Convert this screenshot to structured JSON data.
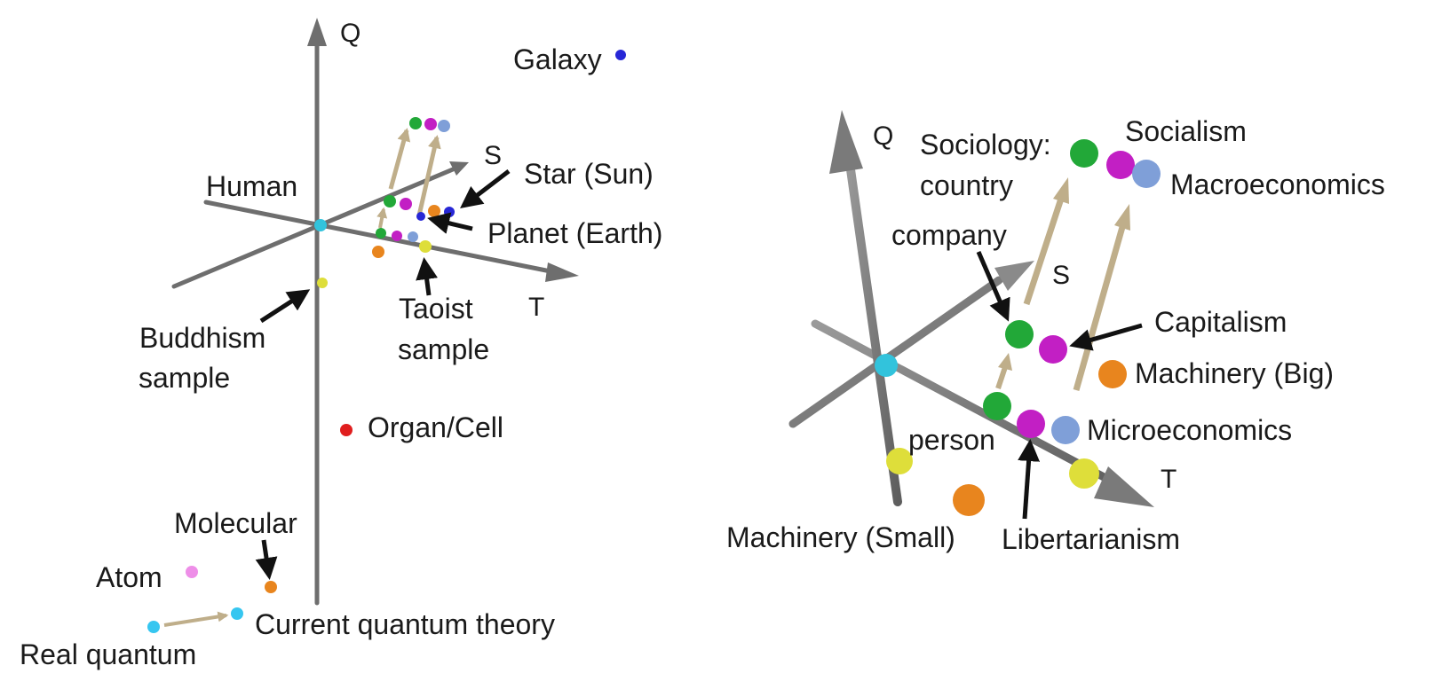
{
  "left_panel": {
    "axes": {
      "q": "Q",
      "s": "S",
      "t": "T"
    },
    "labels": {
      "galaxy": "Galaxy",
      "star": "Star (Sun)",
      "planet": "Planet (Earth)",
      "human": "Human",
      "buddhism_1": "Buddhism",
      "buddhism_2": "sample",
      "taoist_1": "Taoist",
      "taoist_2": "sample",
      "organ": "Organ/Cell",
      "molecular": "Molecular",
      "atom": "Atom",
      "current_quantum": "Current quantum theory",
      "real_quantum": "Real quantum"
    }
  },
  "right_panel": {
    "axes": {
      "q": "Q",
      "s": "S",
      "t": "T"
    },
    "labels": {
      "sociology_1": "Sociology:",
      "sociology_2": "country",
      "socialism": "Socialism",
      "macroeconomics": "Macroeconomics",
      "company": "company",
      "capitalism": "Capitalism",
      "machinery_big": "Machinery (Big)",
      "microeconomics": "Microeconomics",
      "person": "person",
      "machinery_small": "Machinery (Small)",
      "libertarianism": "Libertarianism"
    }
  },
  "colors": {
    "axis": "#777777",
    "arrow_tan": "#bfae8a",
    "green": "#22a838",
    "magenta": "#c21fc4",
    "blue_gray": "#7f9fd8",
    "yellow": "#dede3a",
    "orange": "#e8851e",
    "cyan": "#32c3dc",
    "blue": "#2727d6",
    "red": "#e01e1e",
    "pink": "#ee8ee8",
    "light_cyan": "#36c6f0"
  }
}
